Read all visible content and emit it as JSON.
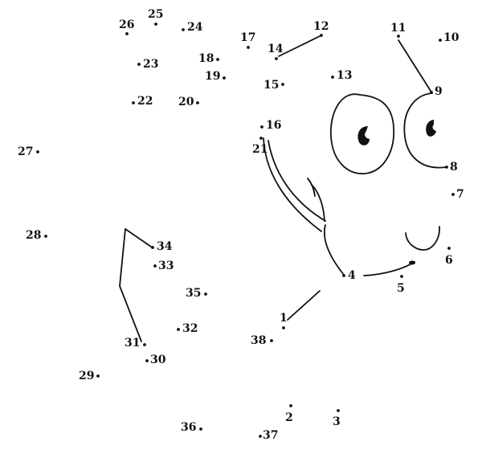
{
  "colors": {
    "ink": "#111111",
    "paper": "#ffffff"
  },
  "puzzle": {
    "points": [
      {
        "n": "1",
        "label": "1"
      },
      {
        "n": "2",
        "label": "2"
      },
      {
        "n": "3",
        "label": "3"
      },
      {
        "n": "4",
        "label": "4"
      },
      {
        "n": "5",
        "label": "5"
      },
      {
        "n": "6",
        "label": "6"
      },
      {
        "n": "7",
        "label": "7"
      },
      {
        "n": "8",
        "label": "8"
      },
      {
        "n": "9",
        "label": "9"
      },
      {
        "n": "10",
        "label": "10"
      },
      {
        "n": "11",
        "label": "11"
      },
      {
        "n": "12",
        "label": "12"
      },
      {
        "n": "13",
        "label": "13"
      },
      {
        "n": "14",
        "label": "14"
      },
      {
        "n": "15",
        "label": "15"
      },
      {
        "n": "16",
        "label": "16"
      },
      {
        "n": "17",
        "label": "17"
      },
      {
        "n": "18",
        "label": "18"
      },
      {
        "n": "19",
        "label": "19"
      },
      {
        "n": "20",
        "label": "20"
      },
      {
        "n": "21",
        "label": "21"
      },
      {
        "n": "22",
        "label": "22"
      },
      {
        "n": "23",
        "label": "23"
      },
      {
        "n": "24",
        "label": "24"
      },
      {
        "n": "25",
        "label": "25"
      },
      {
        "n": "26",
        "label": "26"
      },
      {
        "n": "27",
        "label": "27"
      },
      {
        "n": "28",
        "label": "28"
      },
      {
        "n": "29",
        "label": "29"
      },
      {
        "n": "30",
        "label": "30"
      },
      {
        "n": "31",
        "label": "31"
      },
      {
        "n": "32",
        "label": "32"
      },
      {
        "n": "33",
        "label": "33"
      },
      {
        "n": "34",
        "label": "34"
      },
      {
        "n": "35",
        "label": "35"
      },
      {
        "n": "36",
        "label": "36"
      },
      {
        "n": "37",
        "label": "37"
      },
      {
        "n": "38",
        "label": "38"
      }
    ]
  }
}
